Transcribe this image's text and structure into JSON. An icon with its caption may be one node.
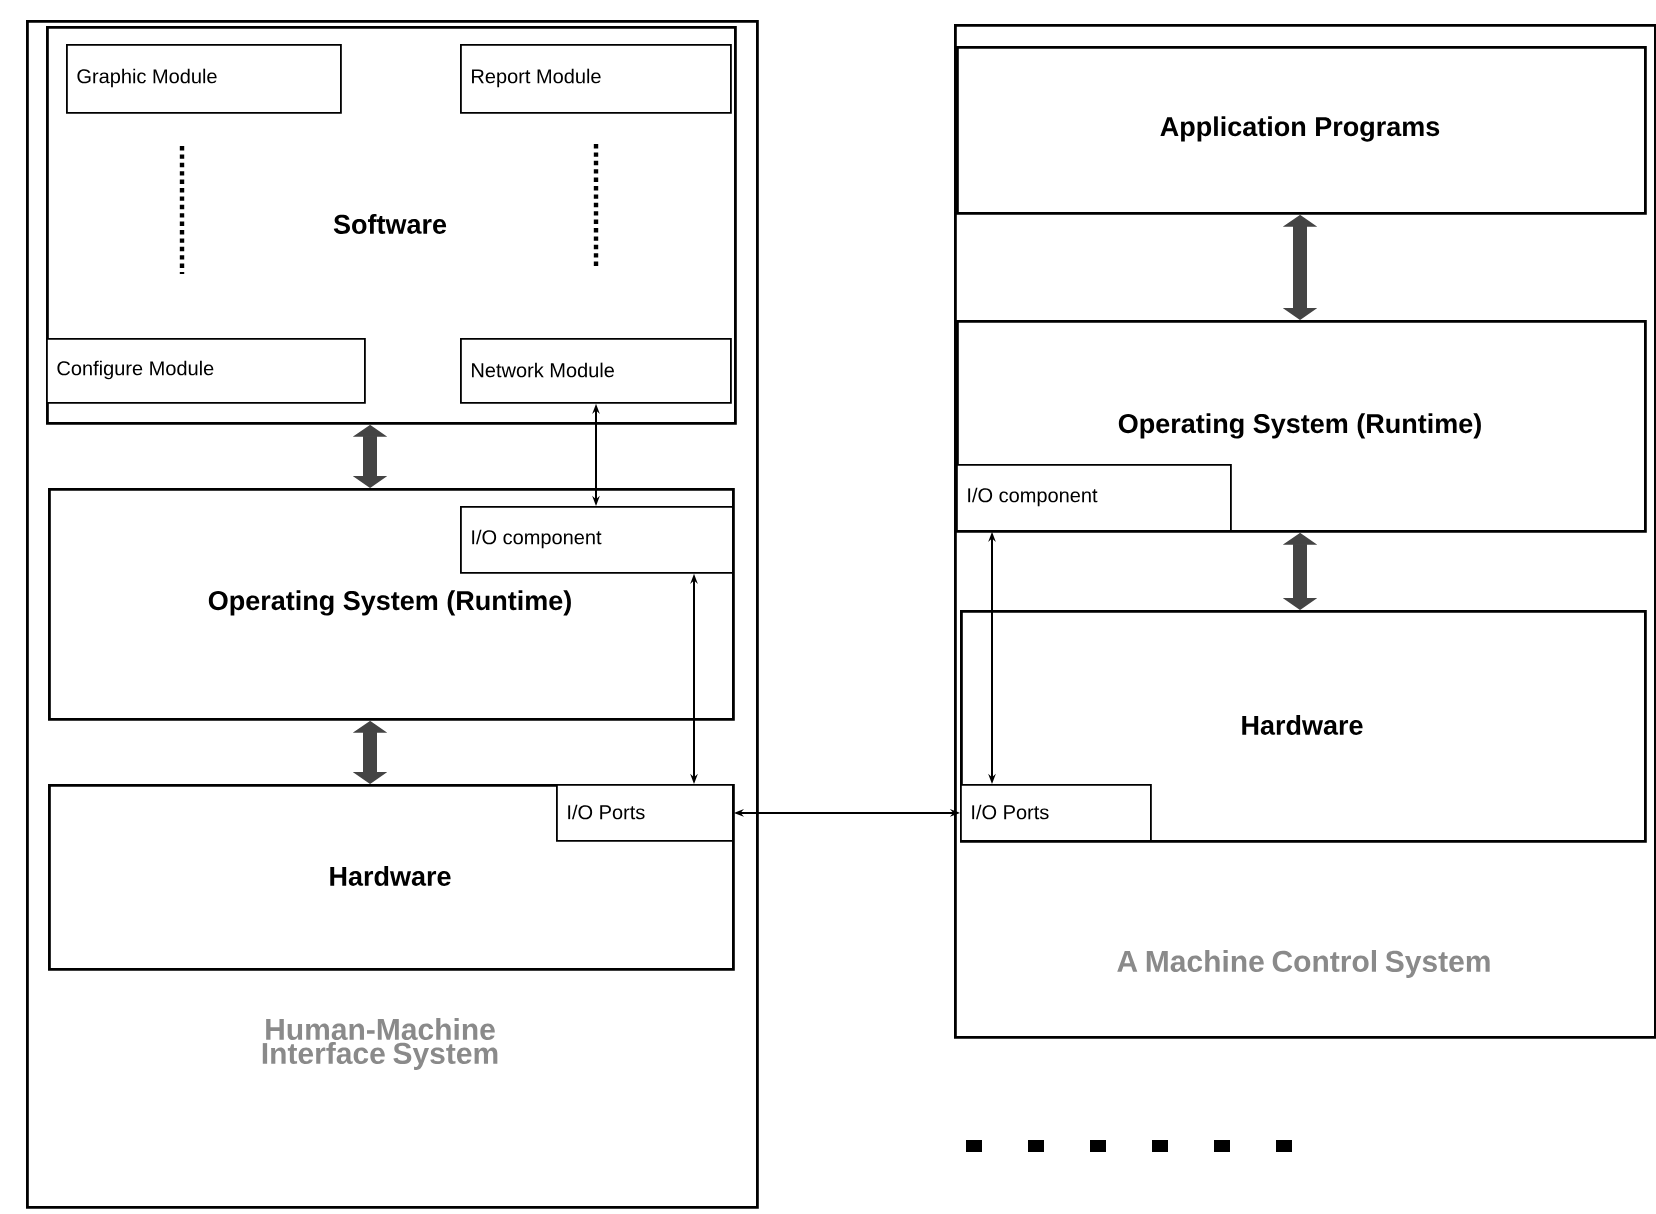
{
  "diagram": {
    "nodes": [
      {
        "text": [
          "Human-Machine Interface System"
        ]
      },
      {
        "text": [
          "Software"
        ],
        "in": 0
      },
      {
        "text": [
          "Graphic Module"
        ],
        "in": 1
      },
      {
        "text": [
          "Report Module"
        ],
        "in": 1
      },
      {
        "text": [
          "Configure Module"
        ],
        "in": 1
      },
      {
        "text": [
          "Network Module"
        ],
        "in": 1
      },
      {
        "text": [
          "Operating System (Runtime)"
        ],
        "in": 0
      },
      {
        "text": [
          "I/O component"
        ],
        "in": 6
      },
      {
        "text": [
          "Hardware"
        ],
        "in": 0
      },
      {
        "text": [
          "I/O Ports"
        ],
        "in": 8
      },
      {
        "text": [
          "A Machine Control System"
        ]
      },
      {
        "text": [
          "Application Programs"
        ],
        "in": 10
      },
      {
        "text": [
          "Operating System (Runtime)"
        ],
        "in": 10
      },
      {
        "text": [
          "I/O component"
        ],
        "in": 12
      },
      {
        "text": [
          "Hardware"
        ],
        "in": 10
      },
      {
        "text": [
          "I/O Ports"
        ],
        "in": 14
      }
    ],
    "edges": [
      {
        "from": 1,
        "to": 6,
        "arrow": "both",
        "style": "thick",
        "color": "#444444"
      },
      {
        "from": 6,
        "to": 8,
        "arrow": "both",
        "style": "thick",
        "color": "#444444"
      },
      {
        "from": 5,
        "to": 7,
        "arrow": "both"
      },
      {
        "from": 7,
        "to": 9,
        "arrow": "both"
      },
      {
        "from": 9,
        "to": 15,
        "arrow": "both"
      },
      {
        "from": 11,
        "to": 12,
        "arrow": "both",
        "style": "thick",
        "color": "#444444"
      },
      {
        "from": 12,
        "to": 14,
        "arrow": "both",
        "style": "thick",
        "color": "#444444"
      },
      {
        "from": 13,
        "to": 15,
        "arrow": "both"
      }
    ]
  }
}
